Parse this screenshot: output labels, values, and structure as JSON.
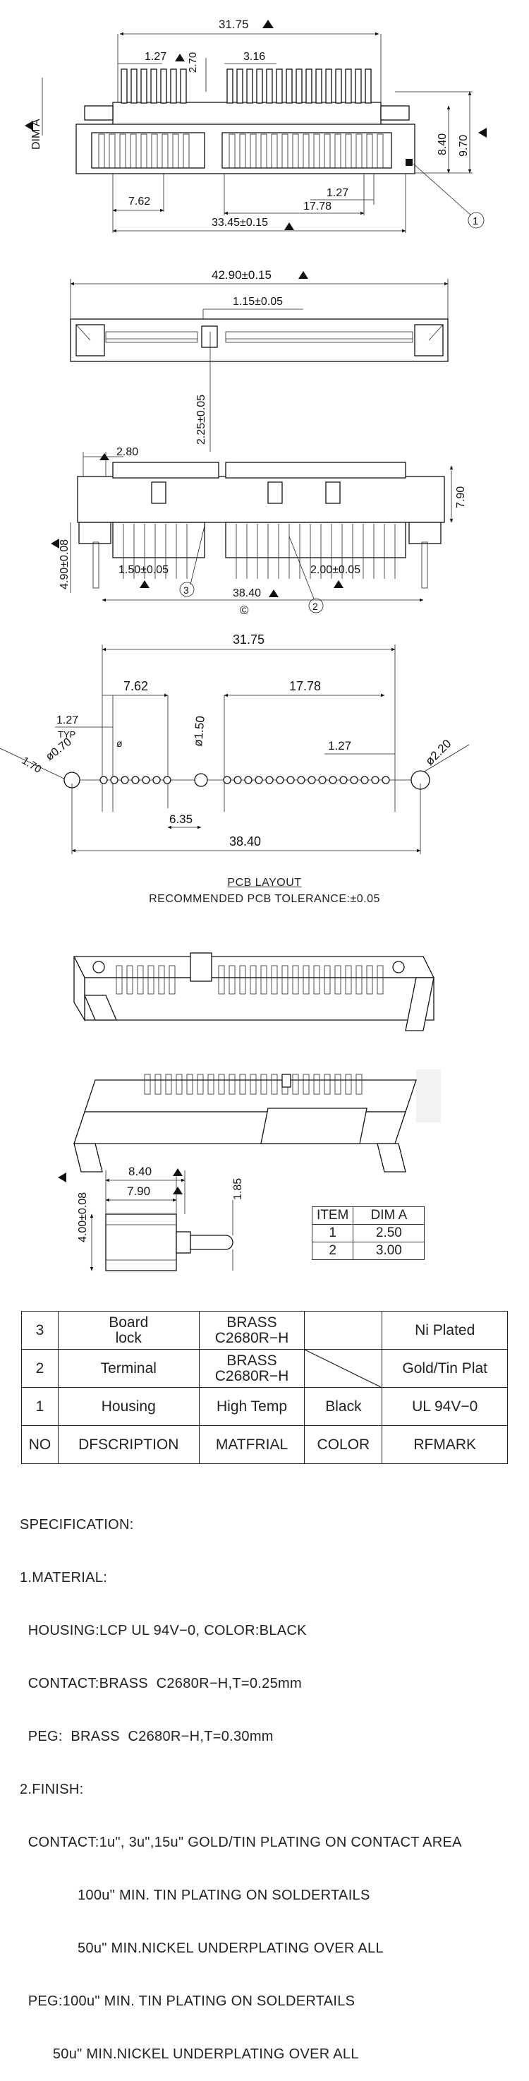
{
  "top_view": {
    "dim_overall_top": "31.75",
    "dim_pitch_small": "1.27",
    "dim_270": "2.70",
    "dim_316": "3.16",
    "dim_dima": "DIM A",
    "dim_840": "8.40",
    "dim_970": "9.70",
    "dim_762": "7.62",
    "dim_127b": "1.27",
    "dim_1778": "17.78",
    "dim_bottom": "33.45±0.15",
    "callout_1": "1"
  },
  "front_view": {
    "dim_width": "42.90±0.15",
    "dim_gap": "1.15±0.05",
    "dim_vertical": "2.25±0.05"
  },
  "side_view": {
    "dim_280": "2.80",
    "dim_790": "7.90",
    "dim_490": "4.90±0.08",
    "dim_150": "1.50±0.05",
    "dim_200": "2.00±0.05",
    "dim_3840": "38.40",
    "mark_c": "©",
    "callout_3": "3",
    "callout_2": "2"
  },
  "pcb": {
    "dim_3175": "31.75",
    "dim_762": "7.62",
    "dim_1778": "17.78",
    "dim_127": "1.27",
    "label_typ": "TYP",
    "dim_127b": "1.27",
    "dim_phi150": "ø1.50",
    "dim_phi070": "ø0.70",
    "dim_phi220": "ø2.20",
    "dim_170": "1.70",
    "dim_635": "6.35",
    "dim_3840": "38.40",
    "phi_small": "ø",
    "title": "PCB LAYOUT",
    "subtitle": "RECOMMENDED PCB TOLERANCE:±0.05"
  },
  "end_view": {
    "dim_840": "8.40",
    "dim_790": "7.90",
    "dim_400": "4.00±0.08",
    "dim_185": "1.85"
  },
  "item_table": {
    "header": [
      "ITEM",
      "DIM A"
    ],
    "rows": [
      [
        "1",
        "2.50"
      ],
      [
        "2",
        "3.00"
      ]
    ]
  },
  "bom": {
    "rows": [
      {
        "no": "3",
        "desc": [
          "Board",
          "lock"
        ],
        "material": [
          "BRASS",
          "C2680R−H"
        ],
        "color": "",
        "remark": "Ni Plated"
      },
      {
        "no": "2",
        "desc": [
          "Terminal"
        ],
        "material": [
          "BRASS",
          "C2680R−H"
        ],
        "color": "",
        "remark": "Gold/Tin Plat"
      },
      {
        "no": "1",
        "desc": [
          "Housing"
        ],
        "material": [
          "High Temp"
        ],
        "color": "Black",
        "remark": "UL 94V−0"
      }
    ],
    "header": {
      "no": "NO",
      "desc": "DFSCRIPTION",
      "material": "MATFRIAL",
      "color": "COLOR",
      "remark": "RFMARK"
    }
  },
  "spec": {
    "lines": [
      "SPECIFICATION:",
      "1.MATERIAL:",
      "  HOUSING:LCP UL 94V−0, COLOR:BLACK",
      "  CONTACT:BRASS  C2680R−H,T=0.25mm",
      "  PEG:  BRASS  C2680R−H,T=0.30mm",
      "2.FINISH:",
      "  CONTACT:1u\", 3u\",15u\" GOLD/TIN PLATING ON CONTACT AREA",
      "              100u\" MIN. TIN PLATING ON SOLDERTAILS",
      "              50u\" MIN.NICKEL UNDERPLATING OVER ALL",
      "  PEG:100u\" MIN. TIN PLATING ON SOLDERTAILS",
      "        50u\" MIN.NICKEL UNDERPLATING OVER ALL"
    ]
  }
}
